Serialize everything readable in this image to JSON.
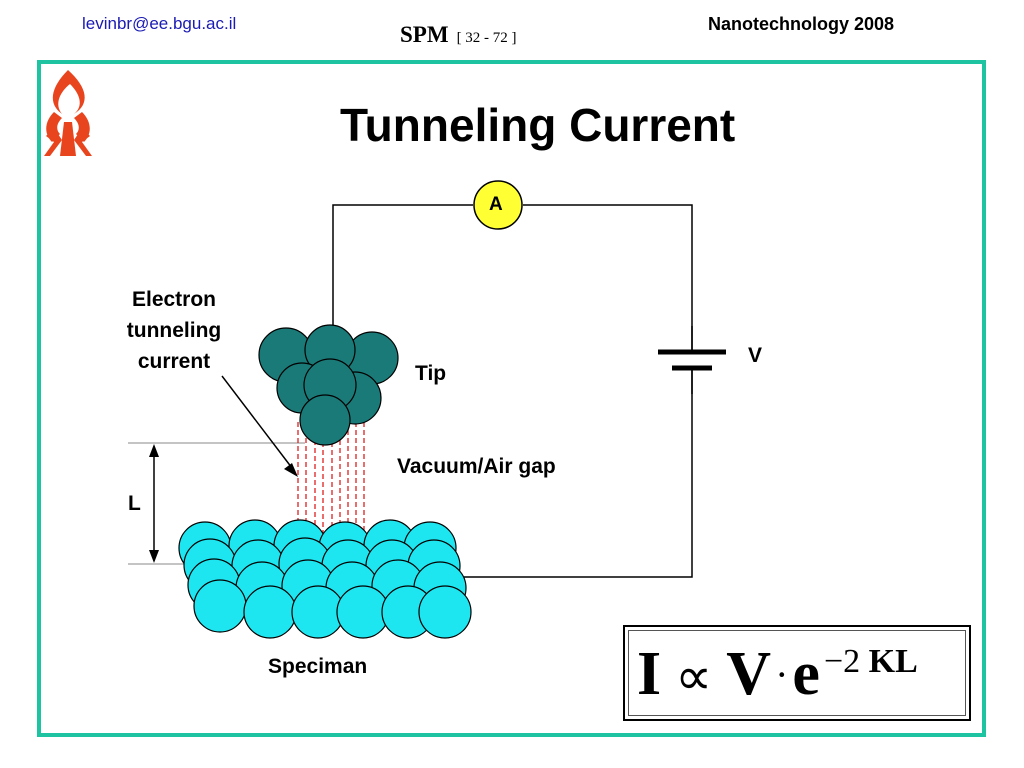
{
  "header": {
    "email": "levinbr@ee.bgu.ac.il",
    "course": "SPM",
    "page_info": "[ 32 - 72 ]",
    "conference": "Nanotechnology 2008"
  },
  "slide": {
    "title": "Tunneling Current"
  },
  "diagram": {
    "ammeter_label": "A",
    "voltage_label": "V",
    "tip_label": "Tip",
    "gap_label": "Vacuum/Air gap",
    "distance_label": "L",
    "specimen_label": "Speciman",
    "electron_label": "Electron tunneling current"
  },
  "formula": {
    "current": "I",
    "proportional": "∝",
    "voltage": "V",
    "dot": "·",
    "base": "e",
    "exponent_coefficient": "−2",
    "exponent_vars": "KL"
  },
  "colors": {
    "frame": "#1ec3a1",
    "tip_atoms": "#1a7a78",
    "specimen_atoms": "#1ee6f0",
    "ammeter_fill": "#ffff33",
    "tunneling_lines": "#e02020",
    "logo": "#e8451e"
  }
}
